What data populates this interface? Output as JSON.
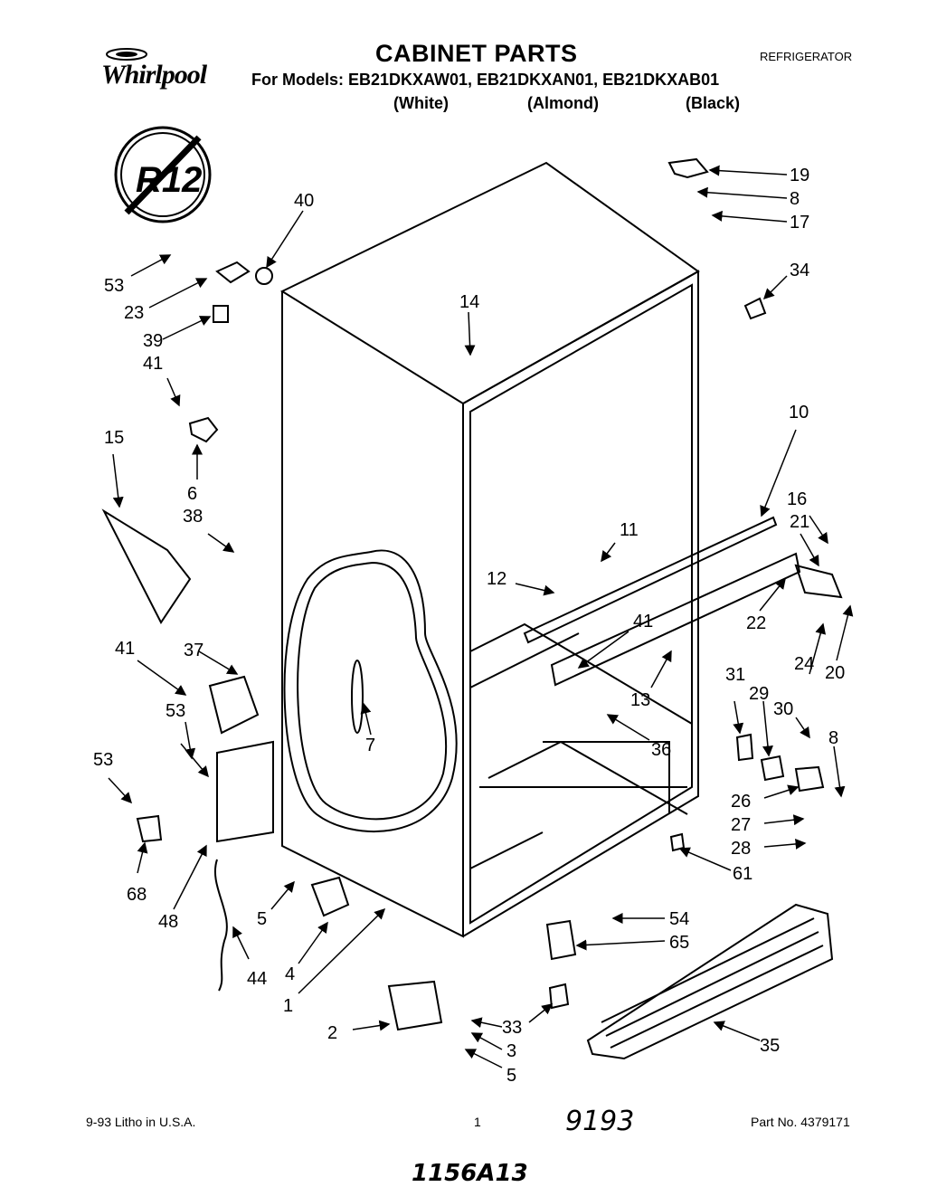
{
  "header": {
    "title": "CABINET PARTS",
    "appliance_type": "REFRIGERATOR",
    "brand": "Whirlpool",
    "models_line": "For Models: EB21DKXAW01, EB21DKXAN01, EB21DKXAB01",
    "variants": [
      "(White)",
      "(Almond)",
      "(Black)"
    ],
    "badge": "R12"
  },
  "callouts": [
    "19",
    "8",
    "17",
    "34",
    "40",
    "53",
    "23",
    "39",
    "14",
    "41",
    "6",
    "15",
    "38",
    "10",
    "16",
    "21",
    "11",
    "12",
    "22",
    "20",
    "24",
    "41",
    "13",
    "36",
    "37",
    "53",
    "7",
    "31",
    "29",
    "30",
    "8",
    "26",
    "27",
    "28",
    "61",
    "53",
    "68",
    "48",
    "5",
    "4",
    "44",
    "1",
    "54",
    "65",
    "2",
    "33",
    "3",
    "5",
    "35",
    "41"
  ],
  "footer": {
    "left": "9-93 Litho in U.S.A.",
    "page": "1",
    "handwritten_date": "9193",
    "part_no": "Part No. 4379171",
    "handwritten_code": "1156A13"
  }
}
